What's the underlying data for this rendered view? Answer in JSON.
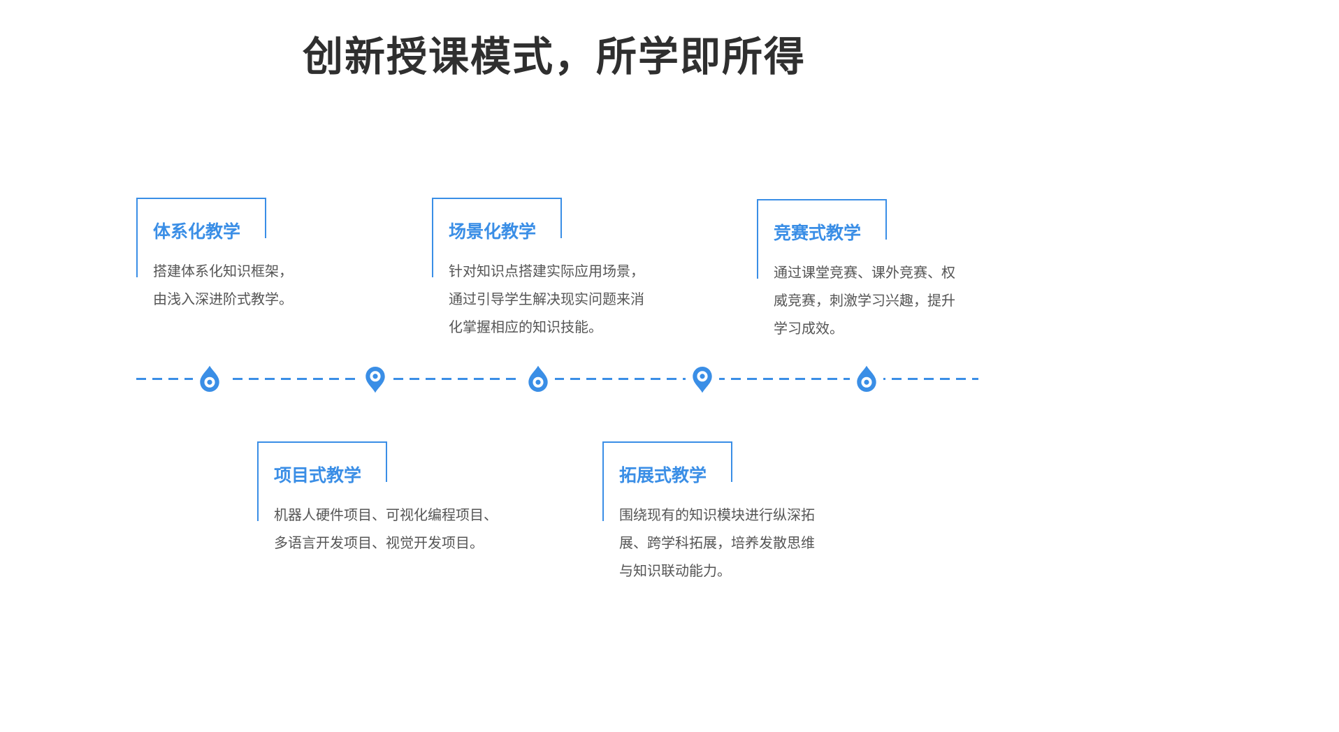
{
  "colors": {
    "accent": "#3a8ee6",
    "title": "#2f2f2f",
    "body": "#555555"
  },
  "section": {
    "title": "创新授课模式，所学即所得"
  },
  "cards": [
    {
      "id": "systematic",
      "title": "体系化教学",
      "text": "搭建体系化知识框架，\n由浅入深进阶式教学。"
    },
    {
      "id": "scenario",
      "title": "场景化教学",
      "text": "针对知识点搭建实际应用场景，\n通过引导学生解决现实问题来消\n化掌握相应的知识技能。"
    },
    {
      "id": "competition",
      "title": "竞赛式教学",
      "text": "通过课堂竞赛、课外竞赛、权\n威竞赛，刺激学习兴趣，提升\n学习成效。"
    },
    {
      "id": "project",
      "title": "项目式教学",
      "text": "机器人硬件项目、可视化编程项目、\n多语言开发项目、视觉开发项目。"
    },
    {
      "id": "expansion",
      "title": "拓展式教学",
      "text": "围绕现有的知识模块进行纵深拓\n展、跨学科拓展，培养发散思维\n与知识联动能力。"
    }
  ],
  "timeline": {
    "pin_icon": "location-pin-icon",
    "pin_count": 5
  }
}
